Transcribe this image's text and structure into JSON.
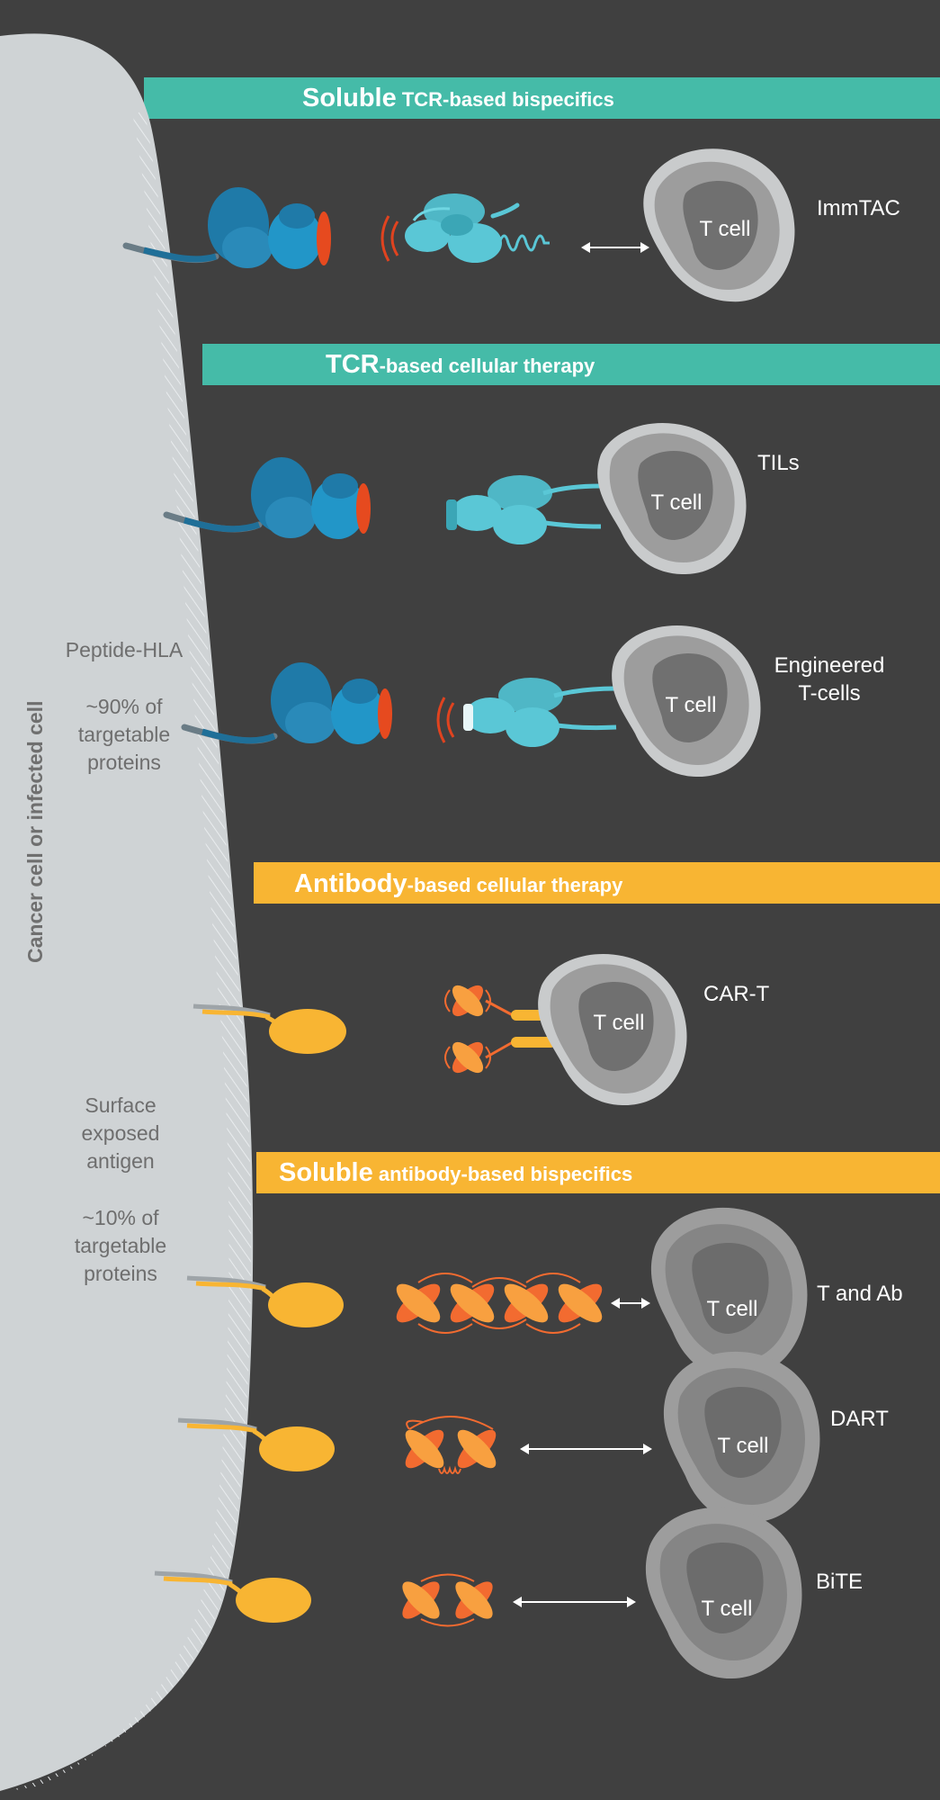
{
  "cell": {
    "vertical_label": "Cancer cell or infected cell",
    "peptide": {
      "label": "Peptide-HLA",
      "pct_line1": "~90% of",
      "pct_line2": "targetable",
      "pct_line3": "proteins"
    },
    "surface": {
      "line1": "Surface",
      "line2": "exposed",
      "line3": "antigen",
      "pct_line1": "~10% of",
      "pct_line2": "targetable",
      "pct_line3": "proteins"
    }
  },
  "sections": [
    {
      "bold": "Soluble",
      "rest": " TCR-based bispecifics",
      "color": "#45bba8"
    },
    {
      "bold": "TCR",
      "rest": "-based cellular therapy",
      "color": "#45bba8"
    },
    {
      "bold": "Antibody",
      "rest": "-based cellular therapy",
      "color": "#f8b533"
    },
    {
      "bold": "Soluble",
      "rest": " antibody-based bispecifics",
      "color": "#f8b533"
    }
  ],
  "tcell_label": "T cell",
  "therapies": {
    "immtac": "ImmTAC",
    "tils": "TILs",
    "engineered_line1": "Engineered",
    "engineered_line2": "T-cells",
    "car_t": "CAR-T",
    "t_and_ab": "T and Ab",
    "dart": "DART",
    "bite": "BiTE"
  },
  "colors": {
    "background": "#404040",
    "cell_membrane": "#cfd3d5",
    "hla_blue": "#1f7aa8",
    "tcr_teal": "#5ac7d6",
    "antigen_yellow": "#f8b533",
    "antibody_orange": "#f26b30",
    "signal_red": "#e0431f",
    "tcell_grey": "#8c8c8c"
  }
}
